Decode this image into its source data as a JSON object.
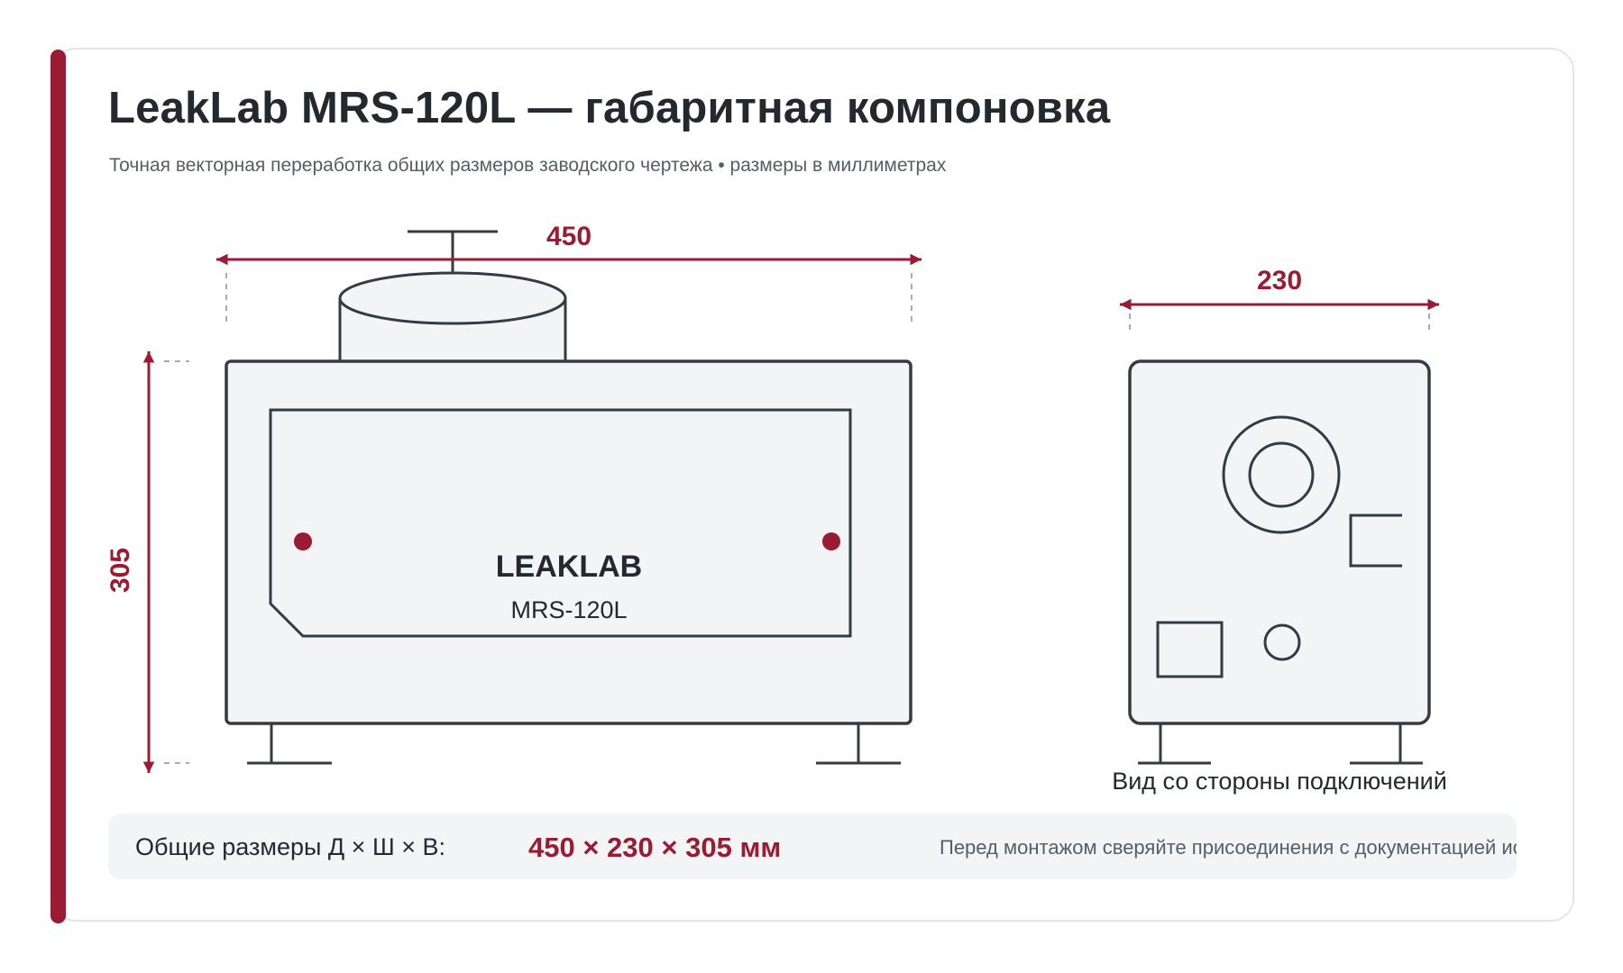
{
  "header": {
    "title": "LeakLab MRS-120L — габаритная компоновка",
    "subtitle": "Точная векторная переработка общих размеров заводского чертежа • размеры в миллиметрах"
  },
  "front_view": {
    "width_dim": "450",
    "height_dim": "305",
    "brand": "LEAKLAB",
    "model": "MRS-120L"
  },
  "side_view": {
    "width_dim": "230",
    "caption": "Вид со стороны подключений"
  },
  "summary": {
    "label": "Общие размеры Д × Ш × В:",
    "value": "450 × 230 × 305 мм",
    "note": "Перед монтажом сверяйте присоединения с документацией исполнения"
  },
  "colors": {
    "accent": "#9b1b32",
    "line": "#343b42",
    "fill": "#f3f4f6",
    "border": "#e3e5e9"
  },
  "icons": {
    "dimension_arrow": "arrowhead-icon",
    "mounting_hole": "dot-icon"
  }
}
